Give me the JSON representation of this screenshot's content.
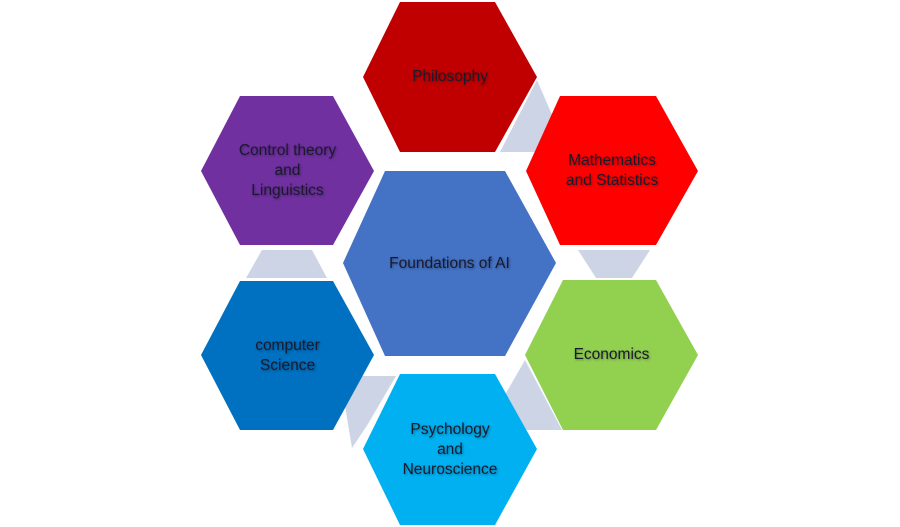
{
  "diagram": {
    "title": "Foundations of AI",
    "center": {
      "label": "Foundations of AI",
      "color": "#4472C4"
    },
    "nodes": [
      {
        "id": "philosophy",
        "label": "Philosophy",
        "color": "#C00000"
      },
      {
        "id": "mathematics",
        "label": "Mathematics\nand  Statistics",
        "color": "#FF0000"
      },
      {
        "id": "economics",
        "label": "Economics",
        "color": "#92D050"
      },
      {
        "id": "psychology",
        "label": "Psychology\nand\nNeuroscience",
        "color": "#00B0F0"
      },
      {
        "id": "computer-science",
        "label": "computer\nScience",
        "color": "#0070C0"
      },
      {
        "id": "control-theory",
        "label": "Control theory\nand\nLinguistics",
        "color": "#7030A0"
      }
    ],
    "connector_color": "#CDD4E6"
  }
}
